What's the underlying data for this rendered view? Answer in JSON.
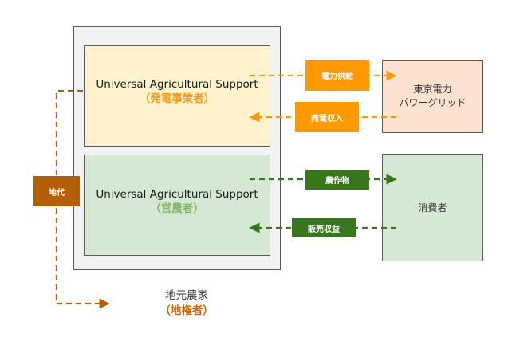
{
  "producer": {
    "name": "Universal Agricultural Support",
    "role": "（発電事業者）"
  },
  "farmer": {
    "name": "Universal Agricultural Support",
    "role": "（営農者）"
  },
  "tepco": {
    "line1": "東京電力",
    "line2": "パワーグリッド"
  },
  "consumer": {
    "label": "消費者"
  },
  "flows": {
    "power_supply": "電力供給",
    "power_sales": "売電収入",
    "crops": "農作物",
    "sales_revenue": "販売収益",
    "land_rent": "地代"
  },
  "landowner": {
    "name": "地元農家",
    "role": "（地権者）"
  },
  "colors": {
    "orange": "#ff9900",
    "green": "#38761d",
    "brown": "#b45f06",
    "producer_fill": "#fff2cc",
    "farmer_fill": "#d5e8d4",
    "tepco_fill": "#fde3cf"
  }
}
